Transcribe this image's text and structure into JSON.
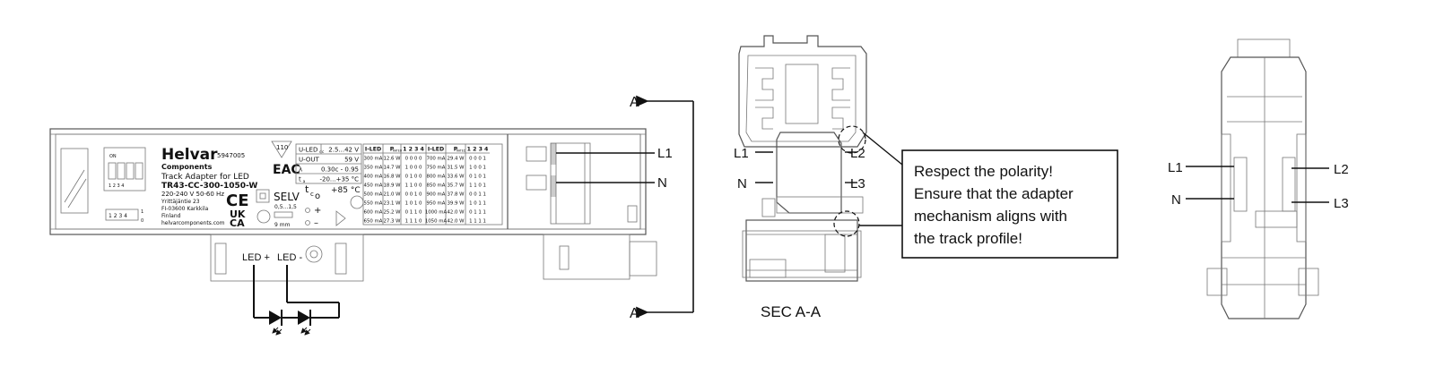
{
  "device": {
    "brand": "Helvar",
    "brand_sub": "Components",
    "product_code": "5947005",
    "product_name": "Track Adapter for LED",
    "model": "TR43-CC-300-1050-W",
    "supply": "220-240 V  50-60 Hz",
    "address_1": "Yrittäjäntie 23",
    "address_2": "FI-03600 Karkkila",
    "address_3": "Finland",
    "website": "helvarcomponents.com",
    "badge_110": "110",
    "eac": "EAC",
    "ce": "CE",
    "ukca_1": "UK",
    "ukca_2": "CA",
    "selv": "SELV",
    "tc": "t",
    "tc_sub": "c",
    "tc_o": "o",
    "temp_max": "+85 °C",
    "wire_gauge": "0,5...1,5",
    "strip_len": "9 mm",
    "dip_on": "ON",
    "dip_nums": "1 2 3 4",
    "dip_side_1": "1",
    "dip_side_0": "0",
    "plus": "+",
    "minus": "–"
  },
  "specs": {
    "rows": [
      {
        "label": "U-LED",
        "sub": "dc",
        "value": "2.5...42 V"
      },
      {
        "label": "U-OUT",
        "sub": "",
        "value": "59 V"
      },
      {
        "label": "λ",
        "sub": "",
        "value": "0.30c - 0.95"
      },
      {
        "label": "t",
        "sub": "a",
        "value": "-20...+35 °C"
      }
    ]
  },
  "current_table": {
    "headers": [
      "I-LED",
      "P",
      "1 2 3 4",
      "I-LED",
      "P",
      "1 2 3 4"
    ],
    "header_sub": "RATED",
    "rows": [
      [
        "300 mA",
        "12.6 W",
        "0 0 0 0",
        "700 mA",
        "29.4 W",
        "0 0 0 1"
      ],
      [
        "350 mA",
        "14.7 W",
        "1 0 0 0",
        "750 mA",
        "31.5 W",
        "1 0 0 1"
      ],
      [
        "400 mA",
        "16.8 W",
        "0 1 0 0",
        "800 mA",
        "33.6 W",
        "0 1 0 1"
      ],
      [
        "450 mA",
        "18.9 W",
        "1 1 0 0",
        "850 mA",
        "35.7 W",
        "1 1 0 1"
      ],
      [
        "500 mA",
        "21.0 W",
        "0 0 1 0",
        "900 mA",
        "37.8 W",
        "0 0 1 1"
      ],
      [
        "550 mA",
        "23.1 W",
        "1 0 1 0",
        "950 mA",
        "39.9 W",
        "1 0 1 1"
      ],
      [
        "600 mA",
        "25.2 W",
        "0 1 1 0",
        "1000 mA",
        "42.0 W",
        "0 1 1 1"
      ],
      [
        "650 mA",
        "27.3 W",
        "1 1 1 0",
        "1050 mA",
        "42.0 W",
        "1 1 1 1"
      ]
    ]
  },
  "connectors": {
    "led_plus": "LED +",
    "led_minus": "LED -"
  },
  "front_labels": {
    "l1": "L1",
    "n": "N"
  },
  "section_marks": {
    "top": "A",
    "bottom": "A"
  },
  "section_view": {
    "title": "SEC A-A",
    "l1": "L1",
    "l2": "L2",
    "n": "N",
    "l3": "L3"
  },
  "note": {
    "lines": [
      "Respect the polarity!",
      "Ensure that the adapter",
      "mechanism aligns with",
      "the track profile!"
    ]
  },
  "side_view": {
    "l1": "L1",
    "l2": "L2",
    "n": "N",
    "l3": "L3"
  }
}
